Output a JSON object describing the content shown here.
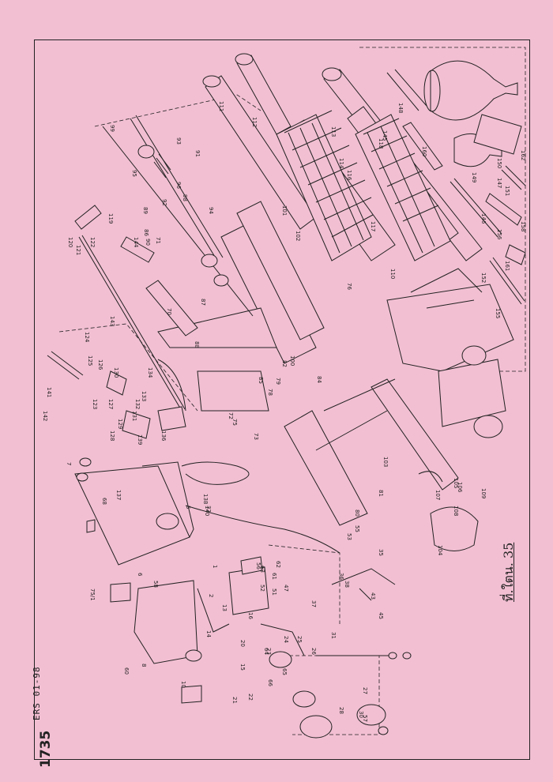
{
  "document": {
    "plate_title": "ที่.ใตน. 35",
    "doc_code": "ERS 01-98",
    "page_stamp": "1735"
  },
  "callouts": [
    "1",
    "2",
    "5",
    "6",
    "7",
    "8",
    "10",
    "13",
    "14",
    "15",
    "16",
    "20",
    "21",
    "22",
    "23",
    "24",
    "25",
    "26",
    "27",
    "28",
    "30",
    "31",
    "32",
    "35",
    "36",
    "37",
    "38",
    "43",
    "45",
    "47",
    "51",
    "52",
    "53",
    "55",
    "56",
    "57",
    "58",
    "60",
    "61",
    "62",
    "63",
    "64",
    "65",
    "66",
    "68",
    "70",
    "71",
    "72",
    "73",
    "75",
    "76",
    "78",
    "79",
    "80",
    "81",
    "82",
    "84",
    "85",
    "86",
    "87",
    "88",
    "89",
    "90",
    "91",
    "92",
    "93",
    "94",
    "95",
    "96",
    "98",
    "99",
    "100",
    "101",
    "102",
    "103",
    "104",
    "105",
    "106",
    "107",
    "108",
    "109",
    "110",
    "111",
    "112",
    "113",
    "114",
    "116",
    "117",
    "118",
    "119",
    "120",
    "121",
    "122",
    "123",
    "124",
    "125",
    "126",
    "127",
    "128",
    "129",
    "130",
    "131",
    "132",
    "133",
    "134",
    "136",
    "137",
    "138",
    "139",
    "140",
    "141",
    "142",
    "143",
    "144",
    "145",
    "146",
    "147",
    "148",
    "149",
    "150",
    "151",
    "152",
    "155",
    "156",
    "158",
    "160",
    "161",
    "162",
    "75/1"
  ]
}
